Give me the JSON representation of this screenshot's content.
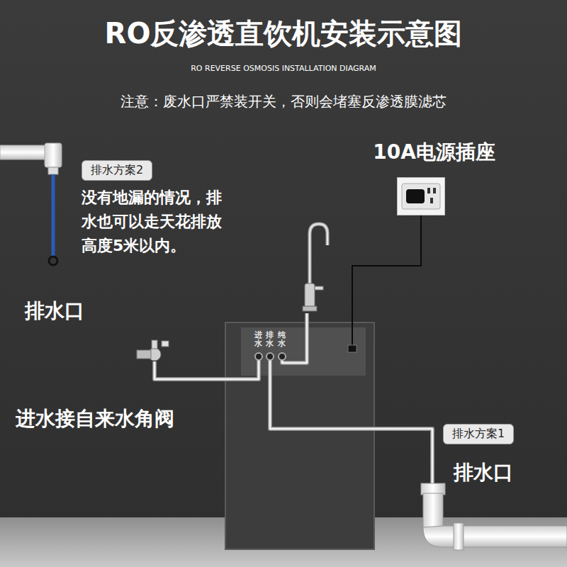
{
  "diagram": {
    "title": "RO反渗透直饮机安装示意图",
    "nodes": [
      {
        "text": [
          "排水方案2"
        ]
      },
      {
        "text": [
          "10A电源插座"
        ]
      },
      {
        "text": [
          "进水",
          "排水",
          "纯水"
        ]
      },
      {
        "text": [
          "排水方案1"
        ]
      }
    ],
    "edges": [
      {
        "from": 1,
        "to": 2,
        "arrow": "none"
      }
    ],
    "labels": [
      "RO REVERSE OSMOSIS INSTALLATION DIAGRAM",
      "注意：废水口严禁装开关，否则会堵塞反渗透膜滤芯",
      "没有地漏的情况，排水也可以走天花排放高度5米以内。",
      "排水口",
      "进水接自来水角阀",
      "排水口"
    ]
  }
}
